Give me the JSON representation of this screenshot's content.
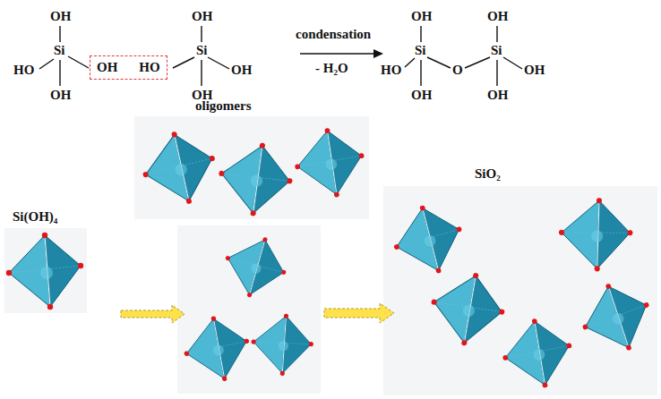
{
  "diagram": {
    "nodes": [
      {
        "text": [
          "OH",
          "HO"
        ]
      }
    ],
    "labels": [
      "OH",
      "Si",
      "HO",
      "OH",
      "OH",
      "Si",
      "OH",
      "OH",
      "condensation",
      "- H₂O",
      "OH",
      "Si",
      "HO",
      "O",
      "OH",
      "OH",
      "Si",
      "OH",
      "OH",
      "oligomers",
      "Si(OH)₄",
      "SiO₂"
    ]
  }
}
